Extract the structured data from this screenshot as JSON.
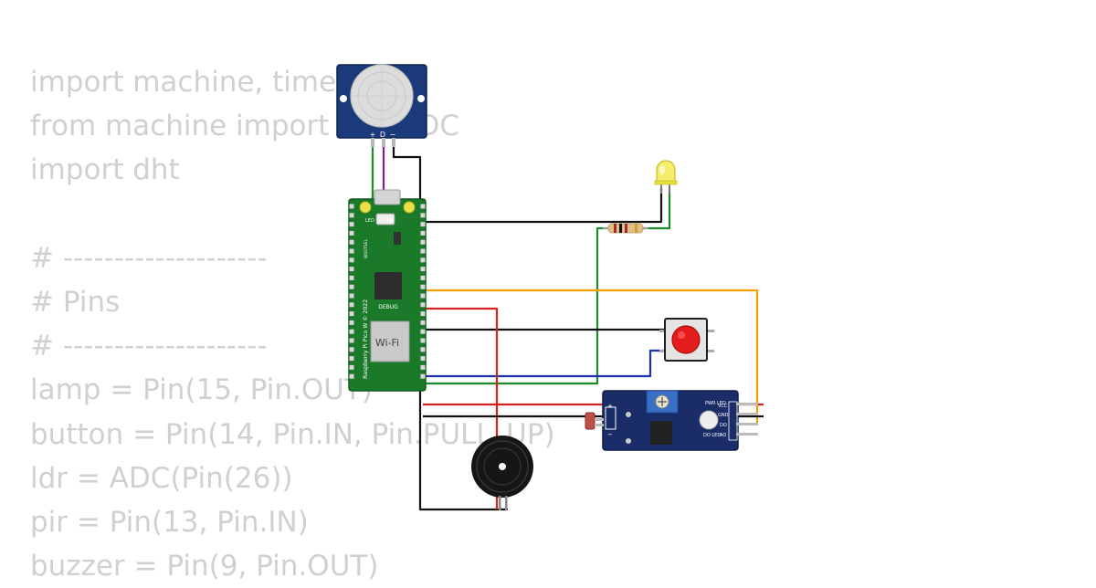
{
  "code_lines": [
    "import machine, time",
    "from machine import Pin, ADC",
    "import dht",
    "",
    "# --------------------",
    "# Pins",
    "# --------------------",
    "lamp = Pin(15, Pin.OUT)",
    "button = Pin(14, Pin.IN, Pin.PULL_UP)",
    "ldr = ADC(Pin(26))",
    "pir = Pin(13, Pin.IN)",
    "buzzer = Pin(9, Pin.OUT)"
  ],
  "pir_sensor": {
    "pin_plus": "+",
    "pin_d": "D",
    "pin_minus": "−"
  },
  "pico": {
    "board_name": "Raspberry Pi Pico W © 2022",
    "wifi_label": "Wi-Fi",
    "debug_label": "DEBUG",
    "led_label": "LED",
    "usb_label": "USB",
    "bootsel_label": "BOOTSEL"
  },
  "ldr_module": {
    "pin_plus": "+",
    "pin_minus": "−",
    "pwr_led_label": "PWR LED",
    "do_led_label": "DO LED",
    "pin_vcc": "VCC",
    "pin_gnd": "GND",
    "pin_do": "DO",
    "pin_ao": "AO"
  },
  "wire_colors": {
    "gnd": "#111111",
    "power": "#d42020",
    "signal_green": "#1f8a2a",
    "signal_orange": "#f0a000",
    "signal_blue": "#1c2fb0",
    "signal_purple": "#8a1a8a"
  }
}
